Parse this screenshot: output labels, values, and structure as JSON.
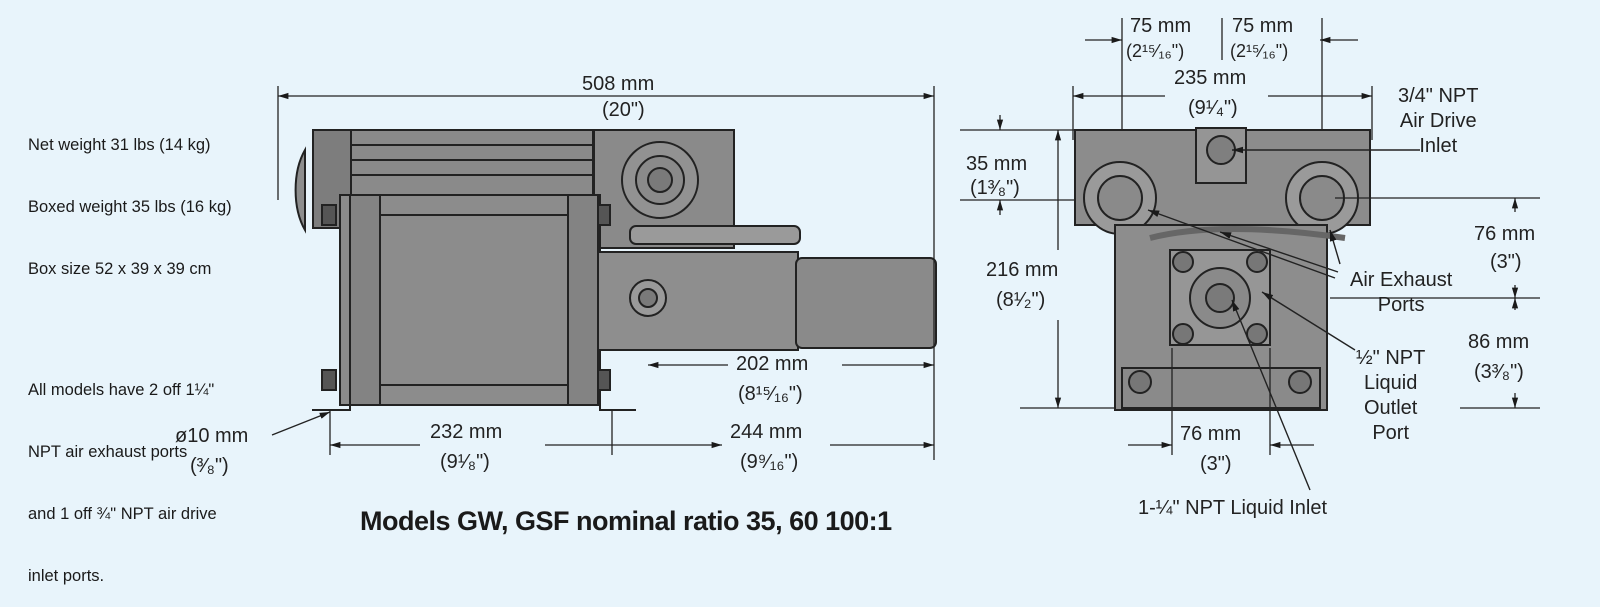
{
  "specs": {
    "line1": "Net weight 31 lbs (14 kg)",
    "line2": "Boxed weight 35 lbs (16 kg)",
    "line3": "Box size 52 x 39 x 39 cm",
    "line4": "All models have 2 off 1¼\"",
    "line5": "NPT air exhaust ports",
    "line6": "and 1 off ¾\" NPT air drive",
    "line7": "inlet ports."
  },
  "side_view": {
    "overall_mm": "508 mm",
    "overall_in": "(20\")",
    "outlet_mm": "202 mm",
    "outlet_in": "(8¹⁵⁄₁₆\")",
    "hole_mm": "ø10 mm",
    "hole_in": "(³⁄₈\")",
    "base1_mm": "232 mm",
    "base1_in": "(9¹⁄₈\")",
    "base2_mm": "244 mm",
    "base2_in": "(9⁹⁄₁₆\")"
  },
  "end_view": {
    "left75_mm": "75 mm",
    "left75_in": "(2¹⁵⁄₁₆\")",
    "right75_mm": "75 mm",
    "right75_in": "(2¹⁵⁄₁₆\")",
    "width_mm": "235 mm",
    "width_in": "(9¹⁄₄\")",
    "h35_mm": "35 mm",
    "h35_in": "(1³⁄₈\")",
    "h216_mm": "216 mm",
    "h216_in": "(8¹⁄₂\")",
    "h76_mm": "76 mm",
    "h76_in": "(3\")",
    "h86_mm": "86 mm",
    "h86_in": "(3³⁄₈\")",
    "w76_mm": "76 mm",
    "w76_in": "(3\")",
    "air_drive": "3/4\" NPT\nAir Drive\nInlet",
    "air_exhaust": "Air Exhaust\nPorts",
    "liquid_outlet": "½\" NPT\nLiquid\nOutlet\nPort",
    "liquid_inlet": "1-¼\" NPT Liquid Inlet"
  },
  "title": "Models GW, GSF nominal ratio 35, 60 100:1",
  "colors": {
    "background": "#e8f4fb",
    "body_gray": "#8c8c8c",
    "line": "#1a1a1a"
  }
}
